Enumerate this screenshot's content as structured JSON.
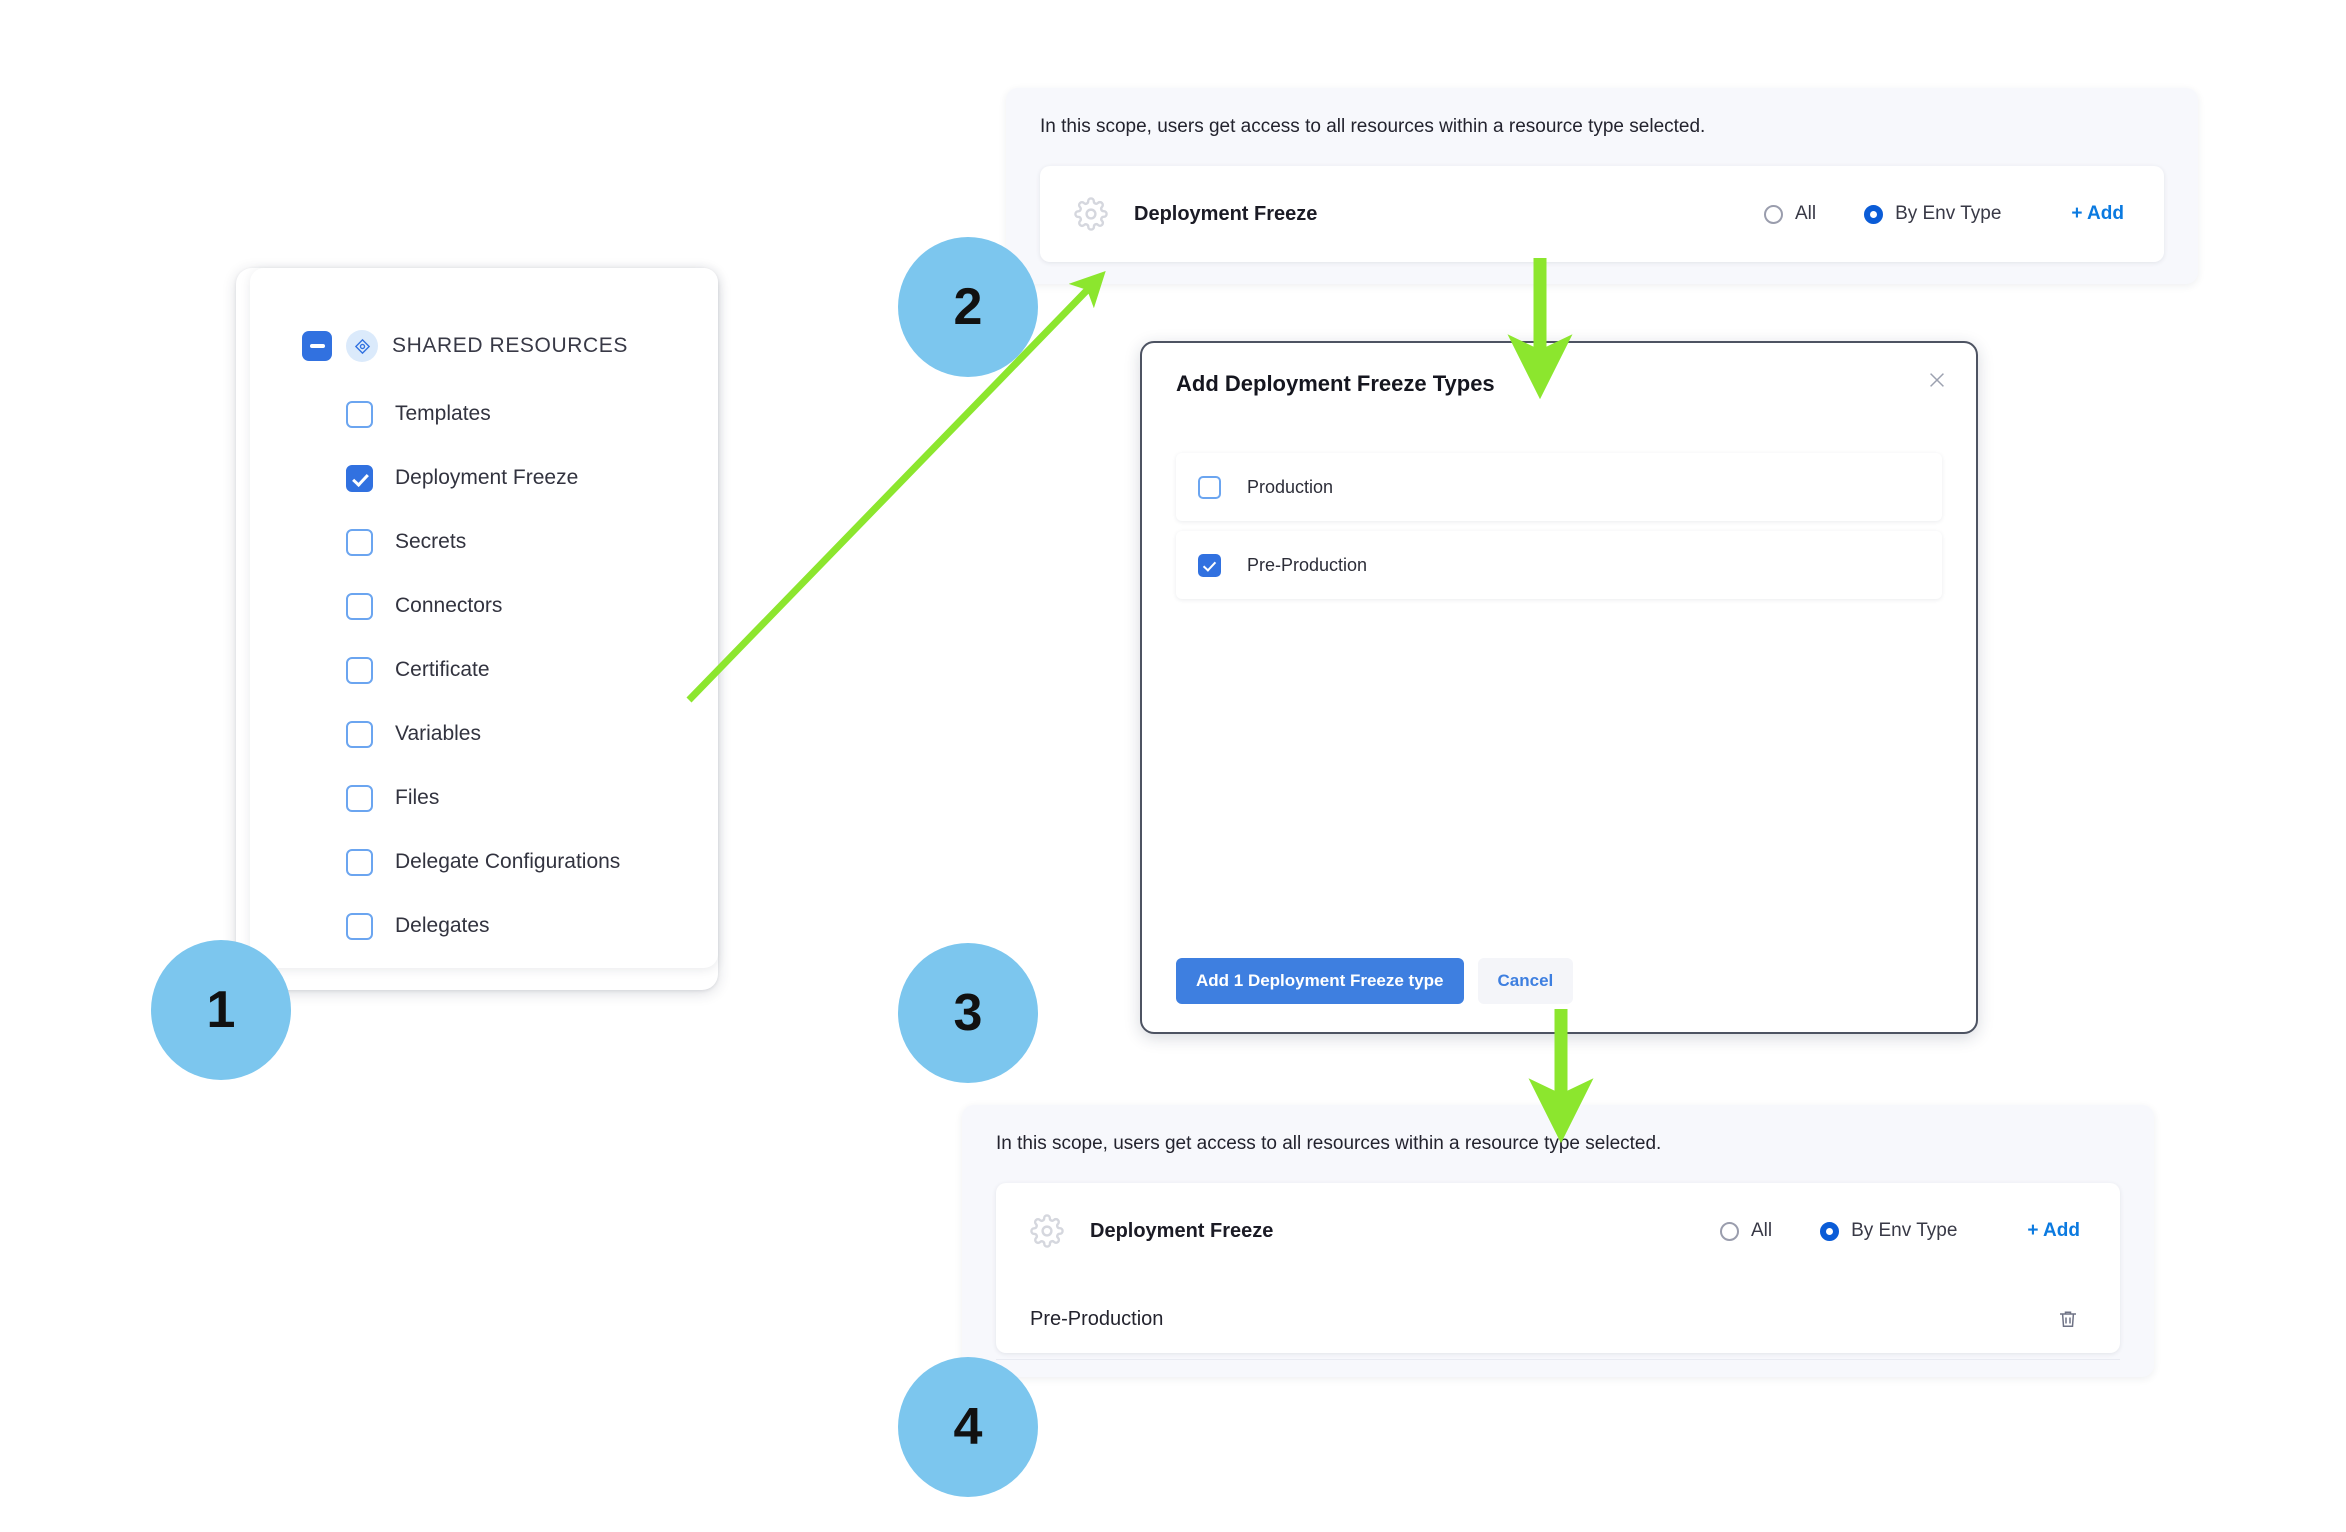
{
  "steps": [
    {
      "number": "1"
    },
    {
      "number": "2"
    },
    {
      "number": "3"
    },
    {
      "number": "4"
    }
  ],
  "colors": {
    "step_badge": "#7CC6EE",
    "arrow": "#8CE62E",
    "accent_blue": "#3171E0",
    "link_blue": "#0B7AE0",
    "radio_selected": "#0B5CD7"
  },
  "resources_card": {
    "header_label": "SHARED RESOURCES",
    "header_checkbox_state": "indeterminate",
    "items": [
      {
        "label": "Templates",
        "checked": false
      },
      {
        "label": "Deployment Freeze",
        "checked": true
      },
      {
        "label": "Secrets",
        "checked": false
      },
      {
        "label": "Connectors",
        "checked": false
      },
      {
        "label": "Certificate",
        "checked": false
      },
      {
        "label": "Variables",
        "checked": false
      },
      {
        "label": "Files",
        "checked": false
      },
      {
        "label": "Delegate Configurations",
        "checked": false
      },
      {
        "label": "Delegates",
        "checked": false
      }
    ]
  },
  "scope_panel_top": {
    "description": "In this scope, users get access to all resources within a resource type selected.",
    "resource_title": "Deployment Freeze",
    "radio_all_label": "All",
    "radio_env_label": "By Env Type",
    "radio_selected": "By Env Type",
    "add_label": "+ Add",
    "entries": []
  },
  "modal": {
    "title": "Add Deployment Freeze Types",
    "close_label": "×",
    "rows": [
      {
        "label": "Production",
        "checked": false
      },
      {
        "label": "Pre-Production",
        "checked": true
      }
    ],
    "primary_button": "Add 1 Deployment Freeze type",
    "secondary_button": "Cancel"
  },
  "scope_panel_bottom": {
    "description": "In this scope, users get access to all resources within a resource type selected.",
    "resource_title": "Deployment Freeze",
    "radio_all_label": "All",
    "radio_env_label": "By Env Type",
    "radio_selected": "By Env Type",
    "add_label": "+ Add",
    "entries": [
      {
        "label": "Pre-Production"
      }
    ]
  }
}
